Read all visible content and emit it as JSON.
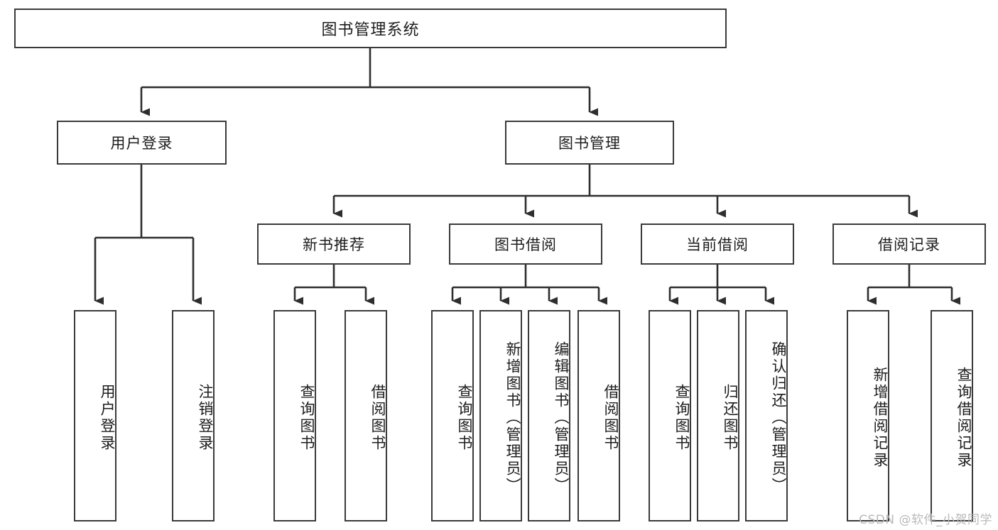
{
  "diagram": {
    "title": "图书管理系统",
    "type": "tree",
    "colors": {
      "stroke": "#3a3a3a",
      "fill": "#ffffff",
      "text": "#1d1d1d",
      "watermark": "#b9b9b9"
    },
    "root": {
      "label": "图书管理系统"
    },
    "level2": [
      {
        "label": "用户登录"
      },
      {
        "label": "图书管理"
      }
    ],
    "level3": [
      {
        "label": "新书推荐"
      },
      {
        "label": "图书借阅"
      },
      {
        "label": "当前借阅"
      },
      {
        "label": "借阅记录"
      }
    ],
    "leaves": {
      "user_login": [
        {
          "label": "用户登录"
        },
        {
          "label": "注销登录"
        }
      ],
      "new_book": [
        {
          "label": "查询图书"
        },
        {
          "label": "借阅图书"
        }
      ],
      "book_borrow": [
        {
          "label": "查询图书"
        },
        {
          "label": "新增图书（管理员）"
        },
        {
          "label": "编辑图书（管理员）"
        },
        {
          "label": "借阅图书"
        }
      ],
      "current_borrow": [
        {
          "label": "查询图书"
        },
        {
          "label": "归还图书"
        },
        {
          "label": "确认归还（管理员）"
        }
      ],
      "borrow_record": [
        {
          "label": "新增借阅记录"
        },
        {
          "label": "查询借阅记录"
        }
      ]
    }
  },
  "watermark": {
    "text": "CSDN @软件_小贺同学"
  }
}
